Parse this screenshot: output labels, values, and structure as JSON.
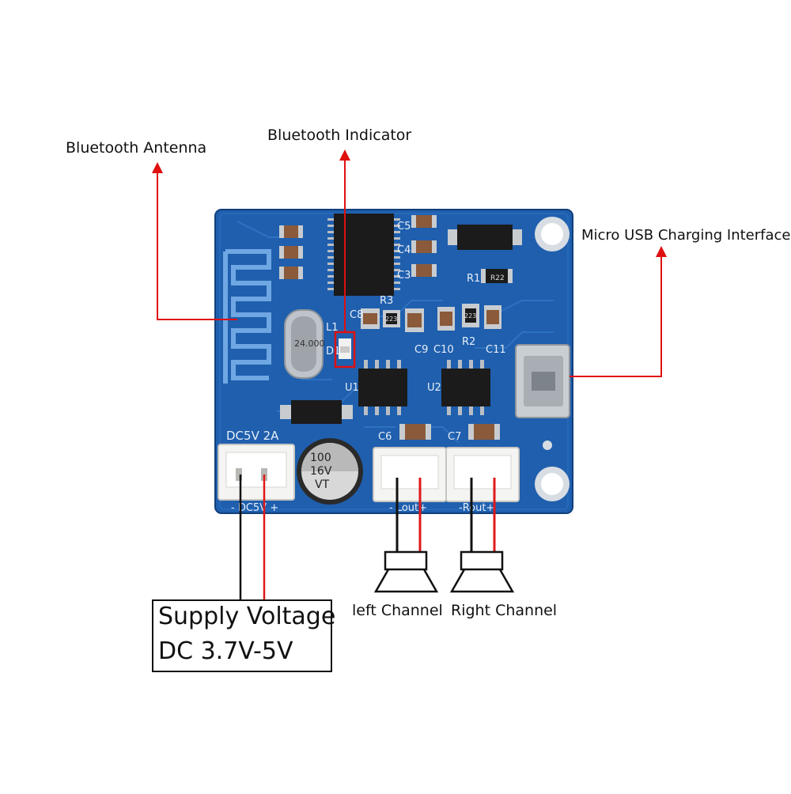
{
  "callouts": {
    "antenna": "Bluetooth Antenna",
    "indicator": "Bluetooth Indicator",
    "usb": "Micro USB Charging Interface",
    "left_channel": "left Channel",
    "right_channel": "Right Channel"
  },
  "supply": {
    "line1": "Supply Voltage",
    "line2": "DC 3.7V-5V"
  },
  "silkscreen": {
    "dc5v_2a": "DC5V  2A",
    "dc5v_pins": "-  DC5V  +",
    "lout_pins": "-  Lout+",
    "rout_pins": "-Rout+",
    "cap_value": "100",
    "cap_voltage": "16V",
    "cap_series": "VT",
    "crystal": "24.000",
    "res_r1": "R22",
    "res_r3": "223",
    "res_r2": "223",
    "ref_designators": [
      "L1",
      "D1",
      "C8",
      "R3",
      "C3",
      "C4",
      "C5",
      "C9",
      "C10",
      "R2",
      "C11",
      "U1",
      "U2",
      "C6",
      "C7",
      "R1"
    ]
  },
  "colors": {
    "pcb": "#1f5fae",
    "pcb_dark": "#174c91",
    "arrow": "#e01010",
    "wire_black": "#111111",
    "wire_red": "#e01818"
  }
}
